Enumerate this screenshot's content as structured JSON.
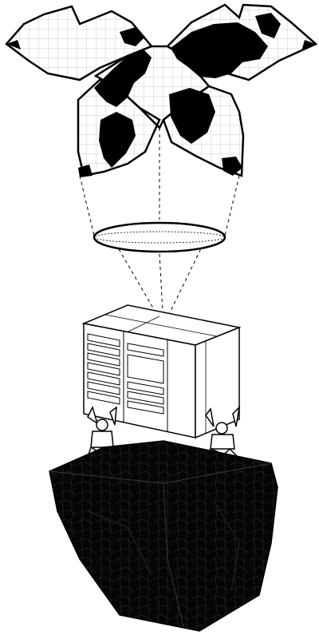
{
  "figure": {
    "components": [
      {
        "name": "world-map",
        "depicts": "butterfly-projection-globe"
      },
      {
        "name": "lens",
        "depicts": "optical-lens"
      },
      {
        "name": "server-cabinet",
        "depicts": "data-server"
      },
      {
        "name": "atlas-figures",
        "depicts": "two-kneeling-figures-holding-up-server"
      },
      {
        "name": "rock-base",
        "depicts": "dark-rock-block"
      }
    ],
    "colors": {
      "ink": "#000000",
      "paper": "#ffffff",
      "line": "#111111",
      "rock": "#050505"
    },
    "icons": [
      "world-map-icon",
      "lens-icon",
      "server-icon",
      "atlas-figure-icon",
      "rock-icon"
    ]
  }
}
